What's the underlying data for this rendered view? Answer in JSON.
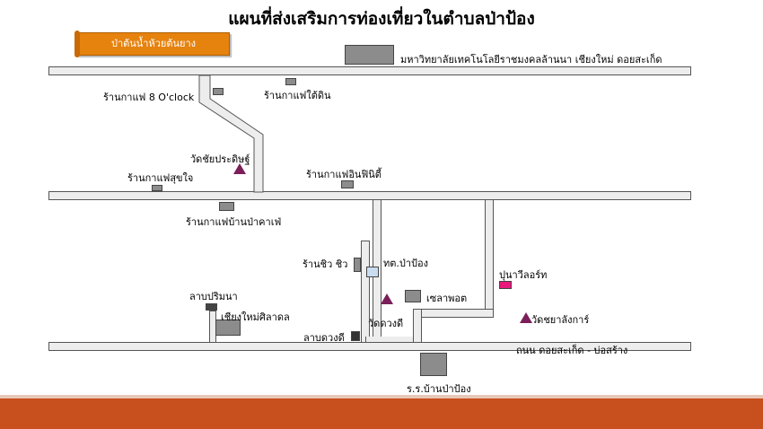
{
  "title": "แผนที่ส่งเสริมการท่องเที่ยวในตำบลป่าป้อง",
  "banner": "ป่าต้นน้ำห้วยต้นยาง",
  "labels": {
    "university": "มหาวิทยาลัยเทคโนโลยีราชมงคลล้านนา เชียงใหม่ ดอยสะเก็ด",
    "cafe_8oclock": "ร้านกาแฟ 8 O'clock",
    "cafe_underground": "ร้านกาแฟใต้ดิน",
    "wat_chaiprasit": "วัดชัยประดิษฐ์",
    "cafe_sukjai": "ร้านกาแฟสุขใจ",
    "cafe_infinite": "ร้านกาแฟอินฟินิตี้",
    "cafe_baanpacafe": "ร้านกาแฟบ้านป่าคาเฟ่",
    "shop_chio": "ร้านชิว ชิว",
    "tt_papong": "ทต.ป่าป้อง",
    "punya_resort": "ปุนาวีลอร์ท",
    "larb_parimina": "ลาบปริมนา",
    "chiangmai_siladol": "เชียงใหม่ศิลาดล",
    "sela_pot": "เซลาพอต",
    "wat_duangdee": "วัดดวงดี",
    "wat_sayalangkarn": "วัดชยาลังการ์",
    "larb_duangdee": "ลาบดวงดี",
    "road_name": "ถนน ดอยสะเก็ด - บ่อสร้าง",
    "school_baanpapong": "ร.ร.บ้านป่าป้อง"
  },
  "colors": {
    "banner": "#e6820e",
    "footer": "#c8501e",
    "temple": "#7a1f5a",
    "building": "#8c8c8c",
    "resort": "#e8197a",
    "office": "#c9dcf0"
  }
}
